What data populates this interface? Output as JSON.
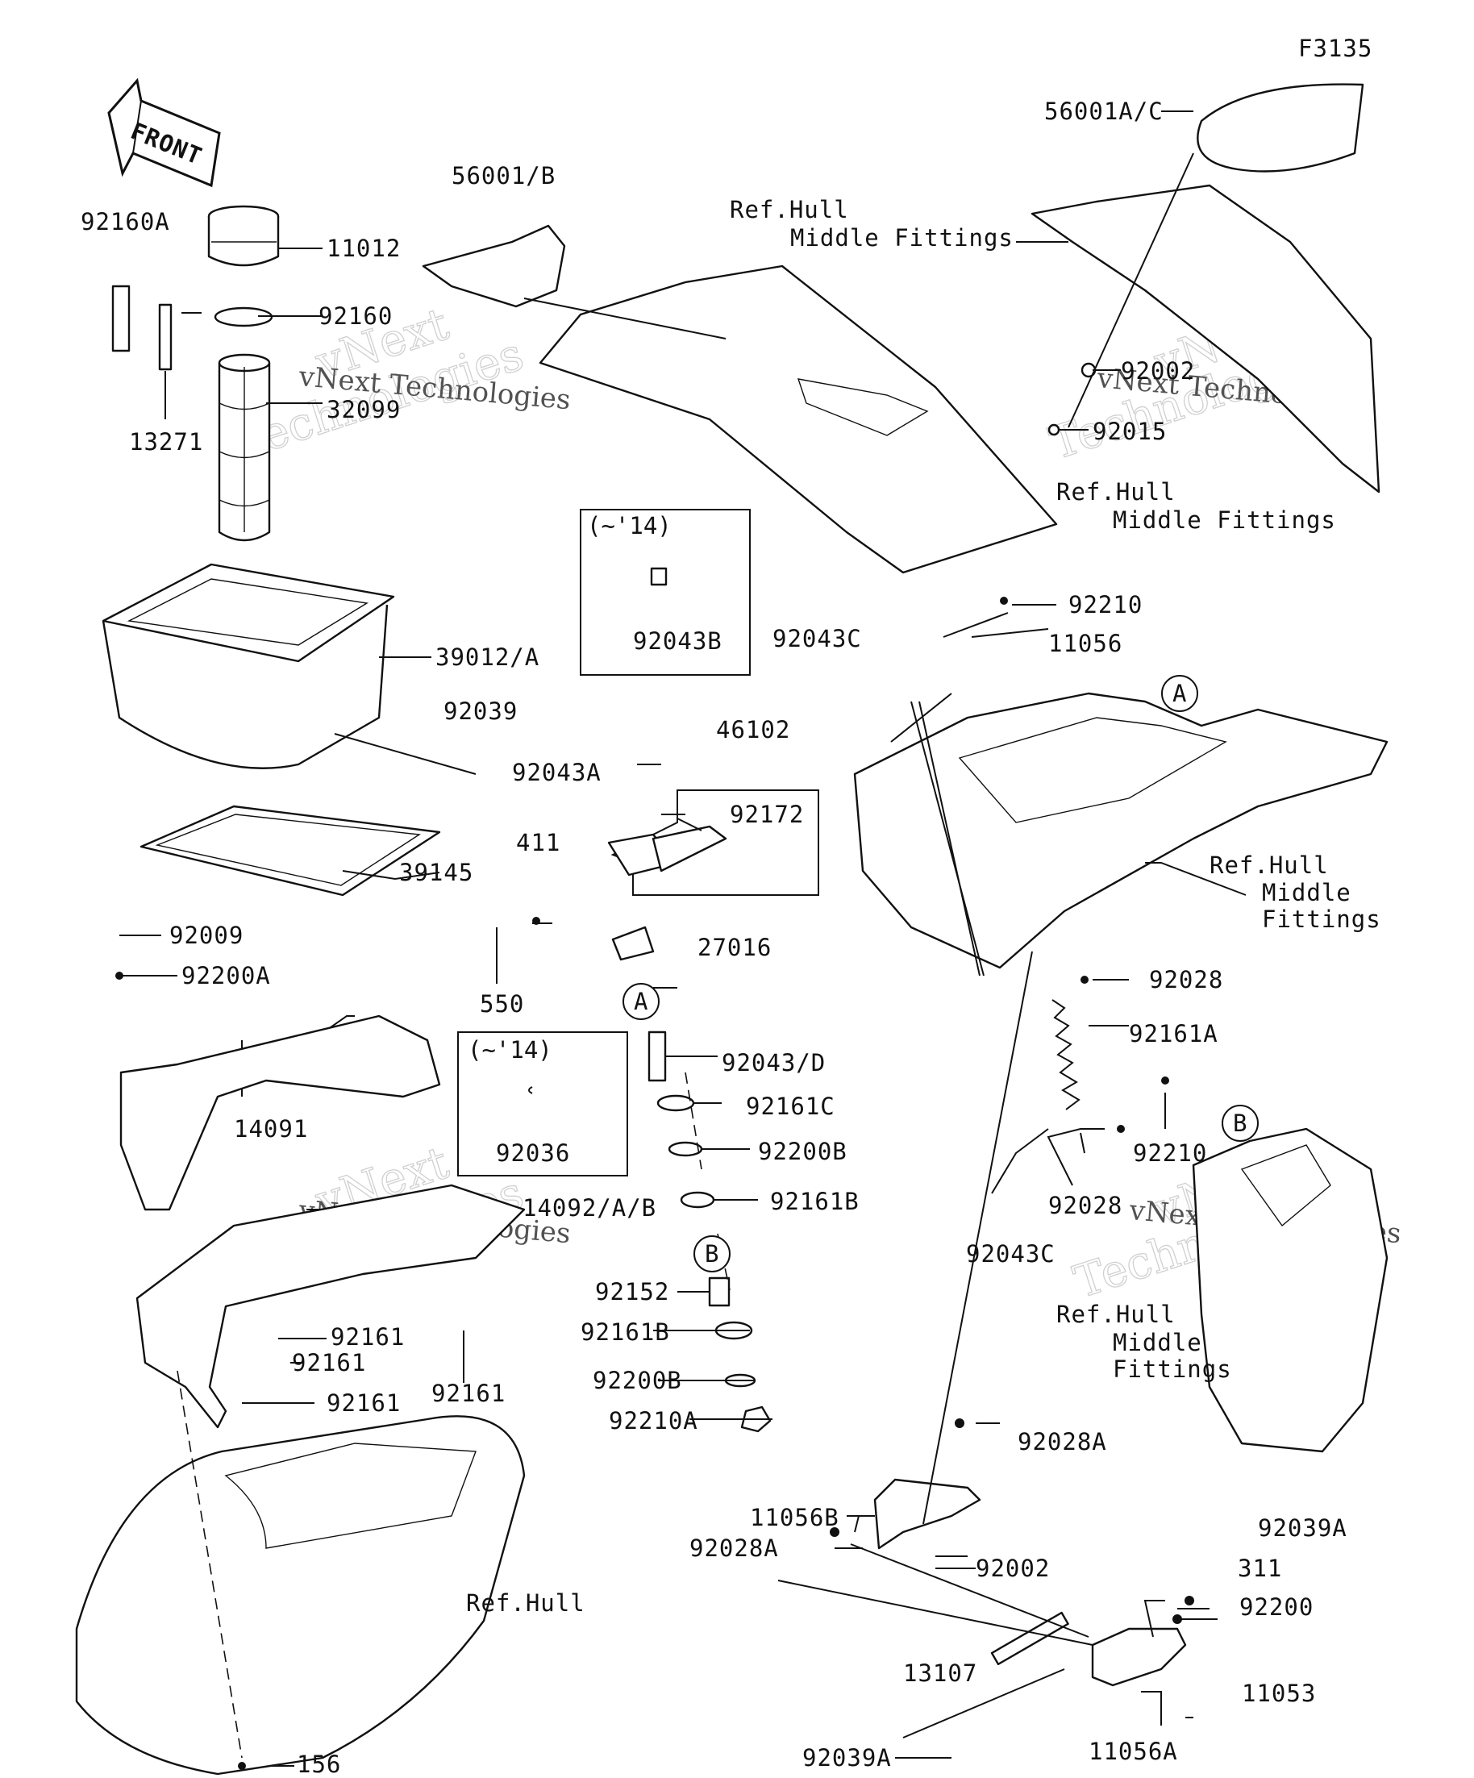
{
  "figure_code": "F3135",
  "front_arrow": {
    "label": "FRONT"
  },
  "watermark": {
    "line1": "vNext",
    "line2": "vNext Technologies",
    "line3": "Technologies"
  },
  "boxes": [
    {
      "title": "(~'14)",
      "part": "92043B"
    },
    {
      "title": "(~'14)",
      "part": "92036"
    }
  ],
  "callouts": {
    "c56001ac": "56001A/C",
    "c56001b": "56001/B",
    "c92160a": "92160A",
    "c11012": "11012",
    "c92160": "92160",
    "c13271": "13271",
    "c32099": "32099",
    "c39012a": "39012/A",
    "c92039": "92039",
    "c39145": "39145",
    "c92009": "92009",
    "c92200a": "92200A",
    "c14091": "14091",
    "c14092ab": "14092/A/B",
    "c92161_1": "92161",
    "c92161_2": "92161",
    "c92161_3": "92161",
    "c92161_4": "92161",
    "c156": "156",
    "c92043a": "92043A",
    "c46102": "46102",
    "c92172": "92172",
    "c411": "411",
    "c550": "550",
    "c27016": "27016",
    "c92043d": "92043/D",
    "c92161c": "92161C",
    "c92200b_1": "92200B",
    "c92161b_1": "92161B",
    "c92152": "92152",
    "c92161b_2": "92161B",
    "c92200b_2": "92200B",
    "c92210a": "92210A",
    "c92043c_1": "92043C",
    "c92210_1": "92210",
    "c11056": "11056",
    "c92028_1": "92028",
    "c92161a": "92161A",
    "c92210_2": "92210",
    "c92028_2": "92028",
    "c92043c_2": "92043C",
    "c92002_1": "92002",
    "c92015": "92015",
    "c92028a_1": "92028A",
    "c11056b": "11056B",
    "c92028a_2": "92028A",
    "c92002_2": "92002",
    "c92039a_1": "92039A",
    "c311": "311",
    "c92200": "92200",
    "c13107": "13107",
    "c11053": "11053",
    "c92039a_2": "92039A",
    "c11056a": "11056A"
  },
  "references": {
    "hull_mf_top_1": "Ref.Hull",
    "hull_mf_top_2": "Middle Fittings",
    "hull_mf_right_1": "Ref.Hull",
    "hull_mf_right_2": "Middle Fittings",
    "hull_mf_mid_1": "Ref.Hull",
    "hull_mf_mid_2": "Middle",
    "hull_mf_mid_3": "Fittings",
    "hull_mf_low_1": "Ref.Hull",
    "hull_mf_low_2": "Middle",
    "hull_mf_low_3": "Fittings",
    "hull_bottom": "Ref.Hull"
  },
  "markers": {
    "a_top": "A",
    "a_mid": "A",
    "b_mid": "B",
    "b_right": "B"
  }
}
